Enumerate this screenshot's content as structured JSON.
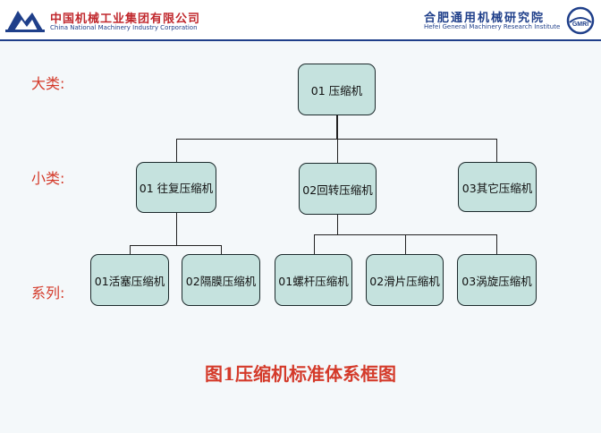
{
  "header": {
    "left_org_cn": "中国机械工业集团有限公司",
    "left_org_en": "China National Machinery Industry Corporation",
    "right_org_cn": "合肥通用机械研究院",
    "right_org_en": "Hefei General Machinery Research Institute",
    "right_logo_text": "GMRI"
  },
  "labels": {
    "major": "大类:",
    "minor": "小类:",
    "series": "系列:"
  },
  "root": {
    "label": "01 压缩机"
  },
  "minor_nodes": [
    {
      "label": "01 往复压缩机"
    },
    {
      "label": "02回转压缩机"
    },
    {
      "label": "03其它压缩机"
    }
  ],
  "series_nodes": [
    {
      "label": "01活塞压缩机"
    },
    {
      "label": "02隔膜压缩机"
    },
    {
      "label": "01螺杆压缩机"
    },
    {
      "label": "02滑片压缩机"
    },
    {
      "label": "03涡旋压缩机"
    }
  ],
  "caption": "图1压缩机标准体系框图",
  "colors": {
    "node_fill": "#c5e2de",
    "label_red": "#d43a2a",
    "brand_blue": "#1f3f8a"
  }
}
